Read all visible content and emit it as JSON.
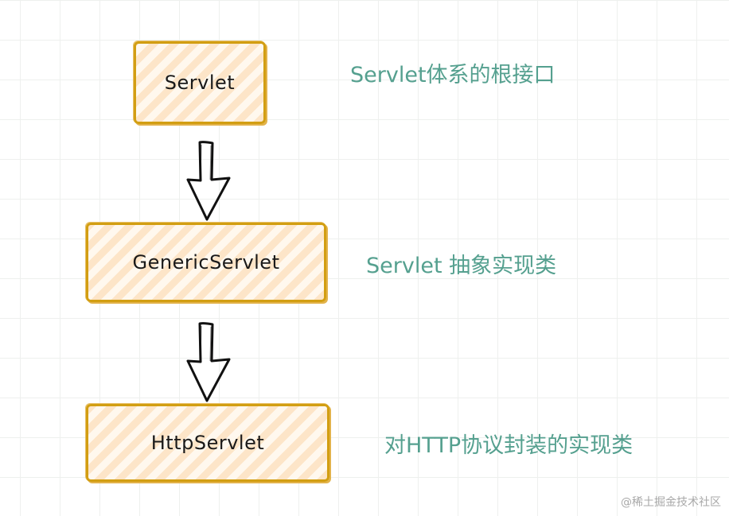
{
  "nodes": {
    "servlet": {
      "label": "Servlet",
      "note": "Servlet体系的根接口"
    },
    "generic": {
      "label": "GenericServlet",
      "note": "Servlet 抽象实现类"
    },
    "http": {
      "label": "HttpServlet",
      "note": "对HTTP协议封装的实现类"
    }
  },
  "watermark": "@稀土掘金技术社区",
  "colors": {
    "node_border": "#d29e12",
    "node_fill": "#fde5c8",
    "note_text": "#55a08f",
    "arrow": "#111111"
  }
}
